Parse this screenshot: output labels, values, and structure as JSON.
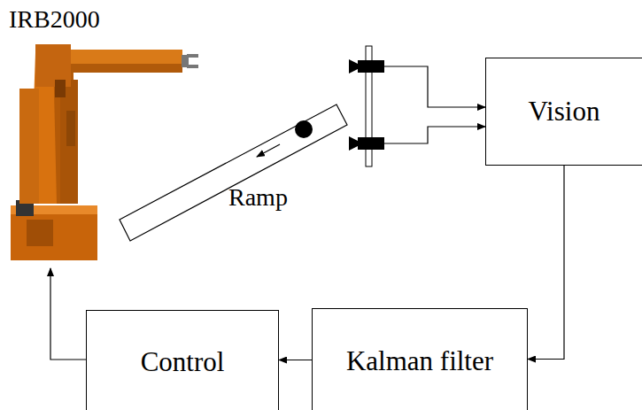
{
  "diagram": {
    "nodes": [
      {
        "text": [
          "Vision"
        ]
      },
      {
        "text": [
          "Kalman filter"
        ]
      },
      {
        "text": [
          "Control"
        ]
      }
    ],
    "edges": [
      {
        "from": 0,
        "to": 1,
        "arrow": "to"
      },
      {
        "from": 1,
        "to": 2,
        "arrow": "to"
      }
    ],
    "labels": [
      "IRB2000",
      "Ramp"
    ]
  }
}
